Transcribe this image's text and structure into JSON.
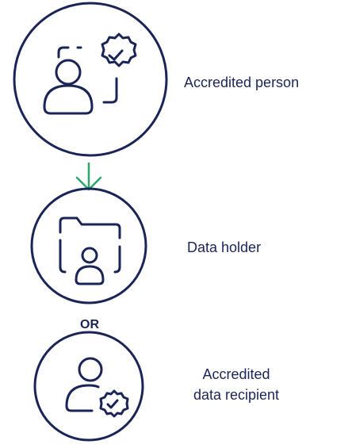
{
  "nodes": [
    {
      "id": "accredited-person",
      "label": "Accredited person",
      "icon": "person-with-badge-icon"
    },
    {
      "id": "data-holder",
      "label": "Data holder",
      "icon": "folder-person-icon"
    },
    {
      "id": "accredited-data-recipient",
      "label_lines": [
        "Accredited",
        "data recipient"
      ],
      "icon": "person-badge-icon"
    }
  ],
  "connector": {
    "or_label": "OR"
  },
  "colors": {
    "primary": "#1b2457",
    "arrow": "#2fa36b"
  }
}
